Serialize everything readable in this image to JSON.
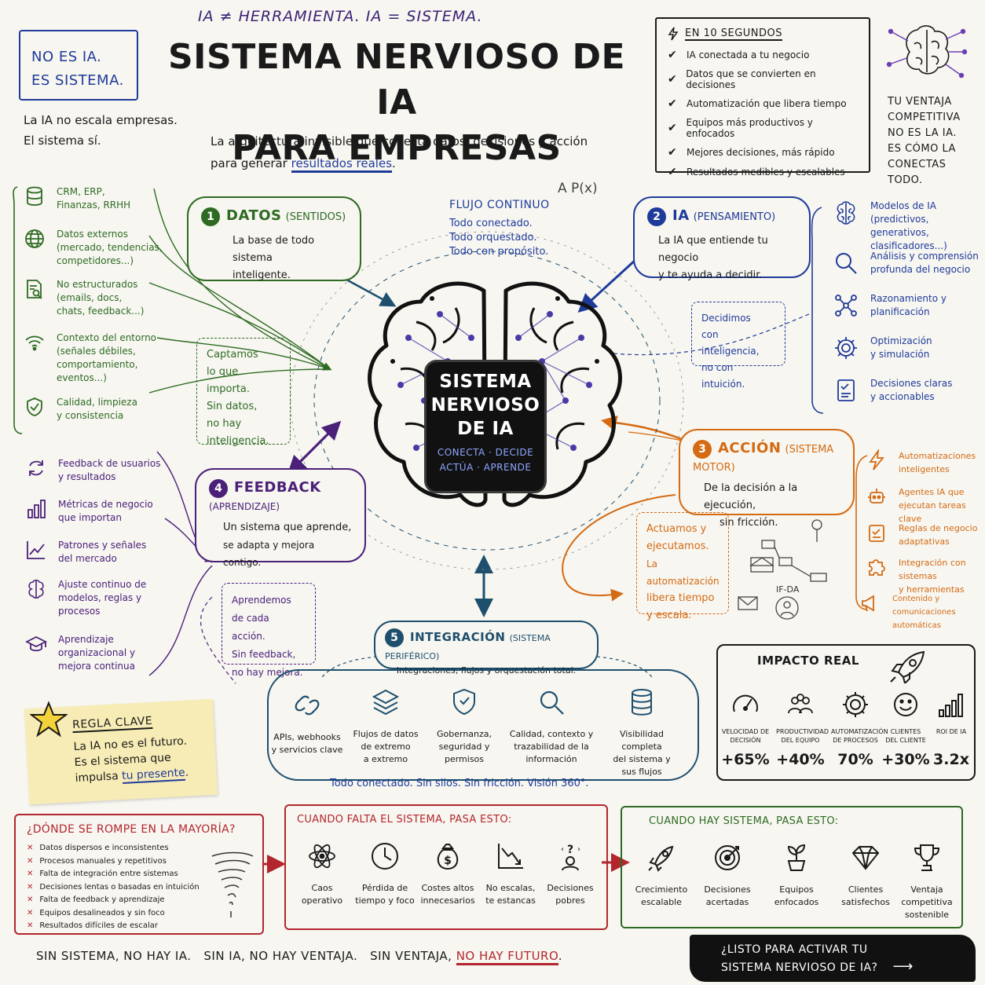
{
  "header": {
    "tagline": "IA ≠ HERRAMIENTA.   IA = SISTEMA.",
    "not_ai_line1": "NO ES IA.",
    "not_ai_line2": "ES SISTEMA.",
    "not_ai_sub1": "La IA no escala empresas.",
    "not_ai_sub2": "El sistema sí.",
    "title_line1": "SISTEMA NERVIOSO DE IA",
    "title_line2": "PARA EMPRESAS",
    "subtitle_line1": "La arquitectura invisible que conecta datos, decisiones y acción",
    "subtitle_line2_pre": "para generar ",
    "subtitle_line2_em": "resultados reales",
    "subtitle_line2_post": "."
  },
  "ten_seconds": {
    "title": "EN 10 SEGUNDOS",
    "items": [
      "IA conectada a tu negocio",
      "Datos que se convierten en decisiones",
      "Automatización que libera tiempo",
      "Equipos más productivos y enfocados",
      "Mejores decisiones, más rápido",
      "Resultados medibles y escalables"
    ]
  },
  "advantage": {
    "l1": "TU VENTAJA",
    "l2": "COMPETITIVA",
    "l3": "NO ES LA IA.",
    "l4": "ES CÓMO LA",
    "l5": "CONECTAS TODO."
  },
  "datos": {
    "num": "1",
    "title": "DATOS",
    "sub": "(SENTIDOS)",
    "desc1": "La base de todo sistema",
    "desc2": "inteligente.",
    "items": [
      {
        "l1": "CRM, ERP,",
        "l2": "Finanzas, RRHH",
        "l3": "",
        "l4": ""
      },
      {
        "l1": "Datos externos",
        "l2": "(mercado, tendencias,",
        "l3": "competidores...)",
        "l4": ""
      },
      {
        "l1": "No estructurados",
        "l2": "(emails, docs,",
        "l3": "chats, feedback...)",
        "l4": ""
      },
      {
        "l1": "Contexto del entorno",
        "l2": "(señales débiles,",
        "l3": "comportamiento,",
        "l4": "eventos...)"
      },
      {
        "l1": "Calidad, limpieza",
        "l2": "y consistencia",
        "l3": "",
        "l4": ""
      }
    ],
    "note": [
      "Captamos",
      "lo que importa.",
      "Sin datos,",
      "no hay",
      "inteligencia."
    ]
  },
  "flow": {
    "title": "FLUJO CONTINUO",
    "l1": "Todo conectado.",
    "l2": "Todo orquestado.",
    "l3": "Todo con propósito.",
    "formula": "A P(x)"
  },
  "ia": {
    "num": "2",
    "title": "IA",
    "sub": "(PENSAMIENTO)",
    "desc1": "La IA que entiende tu negocio",
    "desc2": "y te ayuda a decidir.",
    "items": [
      {
        "l1": "Modelos de IA",
        "l2": "(predictivos, generativos,",
        "l3": "clasificadores...)"
      },
      {
        "l1": "Análisis y comprensión",
        "l2": "profunda del negocio",
        "l3": ""
      },
      {
        "l1": "Razonamiento y",
        "l2": "planificación",
        "l3": ""
      },
      {
        "l1": "Optimización",
        "l2": "y simulación",
        "l3": ""
      },
      {
        "l1": "Decisiones claras",
        "l2": "y accionables",
        "l3": ""
      }
    ],
    "note": [
      "Decidimos",
      "con inteligencia,",
      "no con intuición."
    ]
  },
  "center": {
    "l1": "SISTEMA",
    "l2": "NERVIOSO",
    "l3": "DE IA",
    "s1": "CONECTA · DECIDE",
    "s2": "ACTÚA · APRENDE"
  },
  "accion": {
    "num": "3",
    "title": "ACCIÓN",
    "sub": "(SISTEMA MOTOR)",
    "desc1": "De la decisión a la ejecución,",
    "desc2": "sin fricción.",
    "items": [
      {
        "l1": "Automatizaciones",
        "l2": "inteligentes"
      },
      {
        "l1": "Agentes IA que",
        "l2": "ejecutan tareas clave"
      },
      {
        "l1": "Reglas de negocio",
        "l2": "adaptativas"
      },
      {
        "l1": "Integración con sistemas",
        "l2": "y herramientas"
      },
      {
        "l1": "Contenido y comunicaciones",
        "l2": "automáticas"
      }
    ],
    "note": [
      "Actuamos y",
      "ejecutamos.",
      "La automatización",
      "libera tiempo",
      "y escala."
    ],
    "flow_label": "IF-DA"
  },
  "feedback": {
    "num": "4",
    "title": "FEEDBACK",
    "sub": "(APRENDIZAJE)",
    "desc1": "Un sistema que aprende,",
    "desc2": "se adapta y mejora contigo.",
    "items": [
      {
        "l1": "Feedback de usuarios",
        "l2": "y resultados",
        "l3": ""
      },
      {
        "l1": "Métricas de negocio",
        "l2": "que importan",
        "l3": ""
      },
      {
        "l1": "Patrones y señales",
        "l2": "del mercado",
        "l3": ""
      },
      {
        "l1": "Ajuste continuo de",
        "l2": "modelos, reglas y",
        "l3": "procesos"
      },
      {
        "l1": "Aprendizaje",
        "l2": "organizacional y",
        "l3": "mejora continua"
      }
    ],
    "note": [
      "Aprendemos",
      "de cada acción.",
      "Sin feedback,",
      "no hay mejora."
    ]
  },
  "integracion": {
    "num": "5",
    "title": "INTEGRACIÓN",
    "sub": "(SISTEMA PERIFÉRICO)",
    "desc": "Integraciones, flujos y orquestación total.",
    "items": [
      {
        "l1": "APIs, webhooks",
        "l2": "y servicios clave",
        "l3": ""
      },
      {
        "l1": "Flujos de datos",
        "l2": "de extremo",
        "l3": "a extremo"
      },
      {
        "l1": "Gobernanza,",
        "l2": "seguridad y",
        "l3": "permisos"
      },
      {
        "l1": "Calidad, contexto y",
        "l2": "trazabilidad de la",
        "l3": "información"
      },
      {
        "l1": "Visibilidad completa",
        "l2": "del sistema y",
        "l3": "sus flujos"
      }
    ],
    "footer": "Todo conectado.  Sin silos.  Sin fricción.  Visión 360°."
  },
  "regla": {
    "title": "REGLA CLAVE",
    "l1": "La IA no es el futuro.",
    "l2": "Es el sistema que",
    "l3_pre": "impulsa ",
    "l3_em": "tu presente",
    "l3_post": "."
  },
  "impacto": {
    "title": "IMPACTO REAL",
    "metrics": [
      {
        "l1": "VELOCIDAD DE",
        "l2": "DECISIÓN",
        "value": "+65%"
      },
      {
        "l1": "PRODUCTIVIDAD",
        "l2": "DEL EQUIPO",
        "value": "+40%"
      },
      {
        "l1": "AUTOMATIZACIÓN",
        "l2": "DE PROCESOS",
        "value": "70%"
      },
      {
        "l1": "CLIENTES",
        "l2": "DEL CLIENTE",
        "value": "+30%"
      },
      {
        "l1": "ROI DE IA",
        "l2": "",
        "value": "3.2x"
      }
    ]
  },
  "rompe": {
    "title": "¿DÓNDE SE ROMPE EN LA MAYORÍA?",
    "items": [
      "Datos dispersos e inconsistentes",
      "Procesos manuales y repetitivos",
      "Falta de integración entre sistemas",
      "Decisiones lentas o basadas en intuición",
      "Falta de feedback y aprendizaje",
      "Equipos desalineados y sin foco",
      "Resultados difíciles de escalar"
    ]
  },
  "falta": {
    "title": "CUANDO FALTA EL SISTEMA, PASA ESTO:",
    "items": [
      {
        "l1": "Caos",
        "l2": "operativo"
      },
      {
        "l1": "Pérdida de",
        "l2": "tiempo y foco"
      },
      {
        "l1": "Costes altos",
        "l2": "innecesarios"
      },
      {
        "l1": "No escalas,",
        "l2": "te estancas"
      },
      {
        "l1": "Decisiones",
        "l2": "pobres"
      }
    ]
  },
  "hay": {
    "title": "CUANDO HAY SISTEMA, PASA ESTO:",
    "items": [
      {
        "l1": "Crecimiento",
        "l2": "escalable",
        "l3": ""
      },
      {
        "l1": "Decisiones",
        "l2": "acertadas",
        "l3": ""
      },
      {
        "l1": "Equipos",
        "l2": "enfocados",
        "l3": ""
      },
      {
        "l1": "Clientes",
        "l2": "satisfechos",
        "l3": ""
      },
      {
        "l1": "Ventaja",
        "l2": "competitiva",
        "l3": "sostenible"
      }
    ]
  },
  "footer": {
    "slogan_pre": "SIN SISTEMA, NO HAY IA.   SIN IA, NO HAY VENTAJA.   SIN VENTAJA, ",
    "slogan_em": "NO HAY FUTURO",
    "slogan_post": ".",
    "cta1": "¿LISTO PARA ACTIVAR TU",
    "cta2": "SISTEMA NERVIOSO DE IA?",
    "cta_arrow": "⟶"
  },
  "colors": {
    "datos": "#2e6b22",
    "ia": "#1f3b9a",
    "accion": "#d46a12",
    "feedback": "#4b2079",
    "integracion": "#1e4f6d",
    "alert": "#b3262d"
  }
}
